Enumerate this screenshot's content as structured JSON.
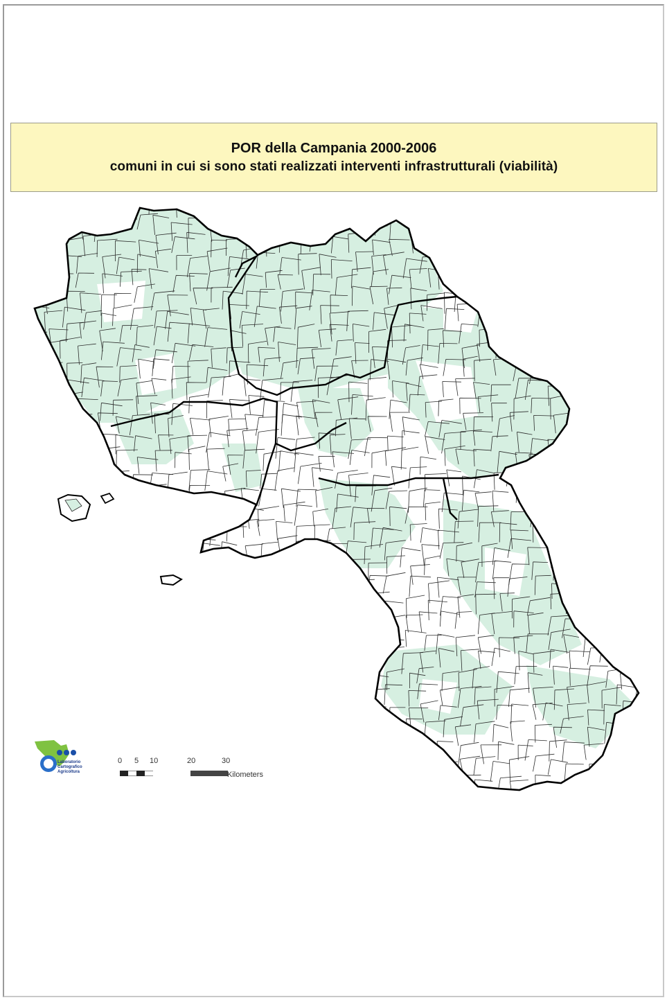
{
  "title": {
    "line1": "POR della Campania 2000-2006",
    "line2": "comuni in cui si sono stati realizzati interventi infrastrutturali (viabilità)"
  },
  "map": {
    "region": "Campania",
    "fill_colors": {
      "intervention": "#d6efe1",
      "no_intervention": "#ffffff",
      "boundary": "#111111"
    }
  },
  "scale": {
    "ticks": [
      "0",
      "5",
      "10",
      "20",
      "30"
    ],
    "unit": "Kilometers"
  },
  "logo": {
    "name": "laboratorio-cartografico-logo",
    "text": [
      "Laboratorio",
      "Cartografico",
      "Agricoltura"
    ]
  }
}
